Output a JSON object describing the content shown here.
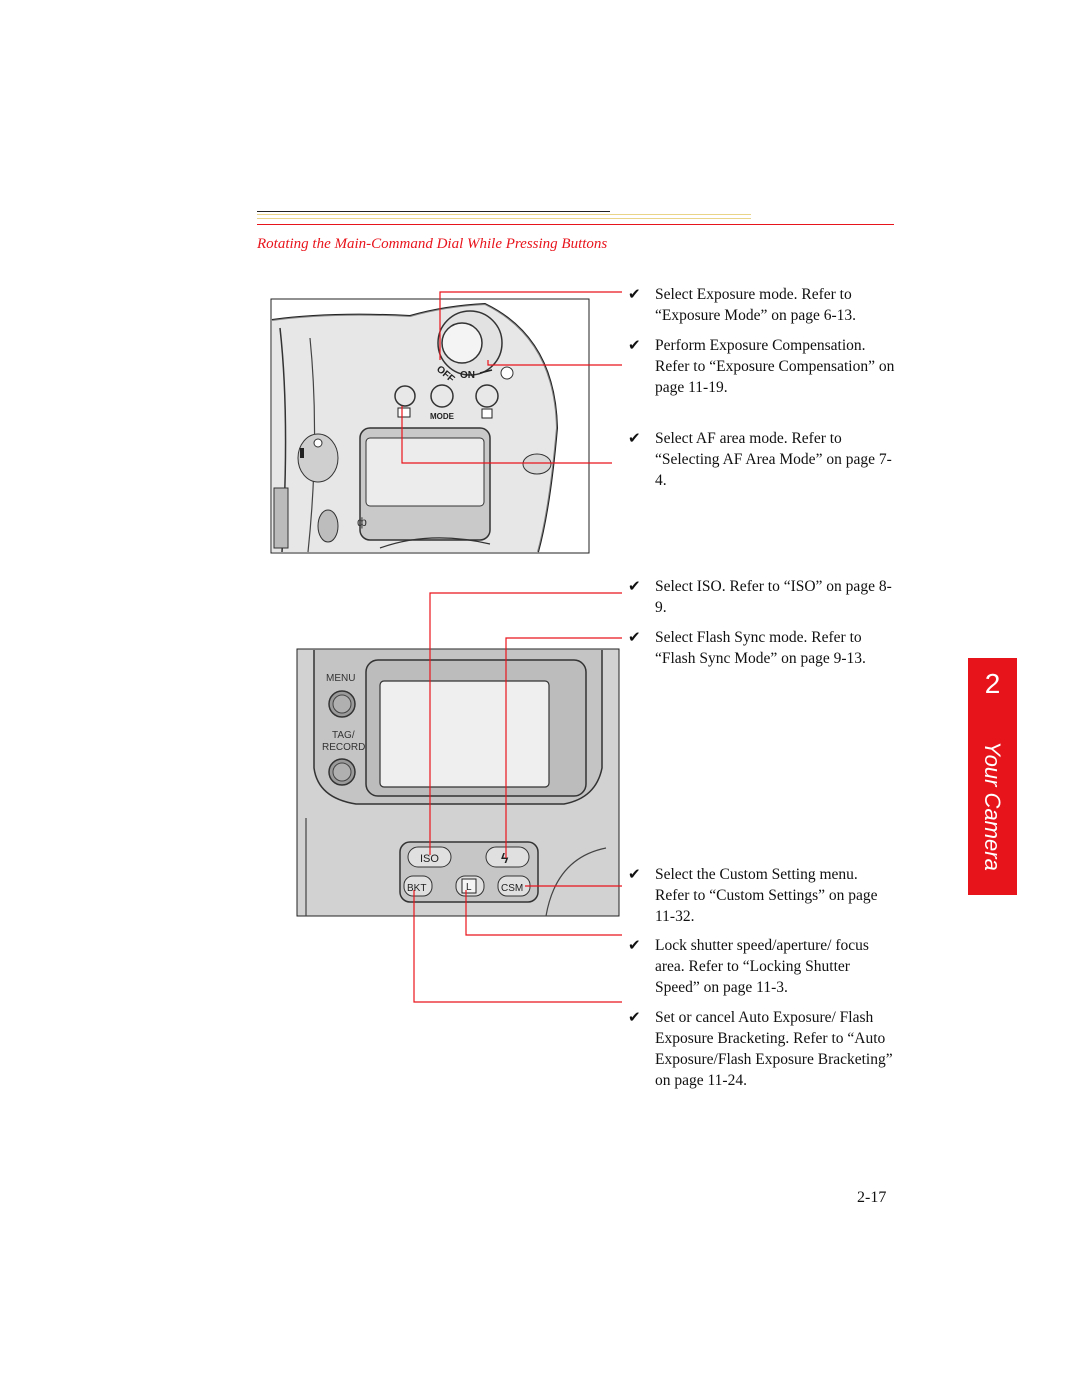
{
  "header": {
    "section_title": "Rotating the Main-Command Dial While Pressing Buttons"
  },
  "chapter_tab": {
    "number": "2",
    "title": "Your Camera",
    "color": "#e8141c"
  },
  "camera_top_figure": {
    "dial_labels": {
      "off": "OFF",
      "on": "ON"
    },
    "button_labels": {
      "mode": "MODE"
    }
  },
  "camera_back_figure": {
    "menu_label": "MENU",
    "tag_label_line1": "TAG/",
    "tag_label_line2": "RECORD",
    "iso_label": "ISO",
    "bkt_label": "BKT",
    "lock_label": "L",
    "csm_label": "CSM"
  },
  "items": [
    {
      "check": "✔",
      "text": "Select Exposure mode. Refer to “Exposure Mode” on page 6-13."
    },
    {
      "check": "✔",
      "text": "Perform Exposure Compensation. Refer to “Exposure Compensation” on page 11-19."
    },
    {
      "check": "✔",
      "text": "Select AF area mode. Refer to “Selecting AF Area Mode” on page 7-4."
    },
    {
      "check": "✔",
      "text": "Select ISO. Refer to “ISO” on page 8-9."
    },
    {
      "check": "✔",
      "text": "Select Flash Sync mode. Refer to “Flash Sync Mode” on page 9-13."
    },
    {
      "check": "✔",
      "text": "Select the Custom Setting menu. Refer to “Custom Settings” on page 11-32."
    },
    {
      "check": "✔",
      "text": "Lock shutter speed/aperture/ focus area. Refer to “Locking Shutter Speed” on page 11-3."
    },
    {
      "check": "✔",
      "text": "Set or cancel Auto Exposure/ Flash Exposure Bracketing. Refer to “Auto Exposure/Flash Exposure Bracketing” on page 11-24."
    }
  ],
  "footer": {
    "page_number": "2-17"
  }
}
